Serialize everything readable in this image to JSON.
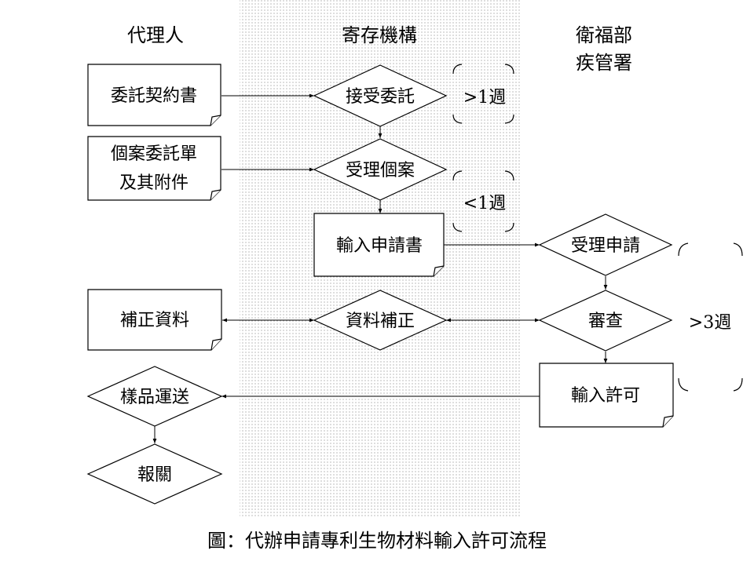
{
  "columns": {
    "agent": "代理人",
    "depository": "寄存機構",
    "fda_line1": "衛福部",
    "fda_line2": "疾管署"
  },
  "nodes": {
    "entrust_contract": "委託契約書",
    "case_form_line1": "個案委託單",
    "case_form_line2": "及其附件",
    "accept_entrust": "接受委託",
    "accept_case": "受理個案",
    "input_application": "輸入申請書",
    "accept_application": "受理申請",
    "supplement_data": "補正資料",
    "data_supplement": "資料補正",
    "review": "審查",
    "input_permit": "輸入許可",
    "sample_shipping": "樣品運送",
    "customs": "報關"
  },
  "durations": {
    "d1": ">1週",
    "d2": "<1週",
    "d3": ">3週"
  },
  "caption": "圖：代辦申請專利生物材料輸入許可流程",
  "colors": {
    "lane_dots": "#8c8c8c",
    "stroke": "#000000"
  }
}
